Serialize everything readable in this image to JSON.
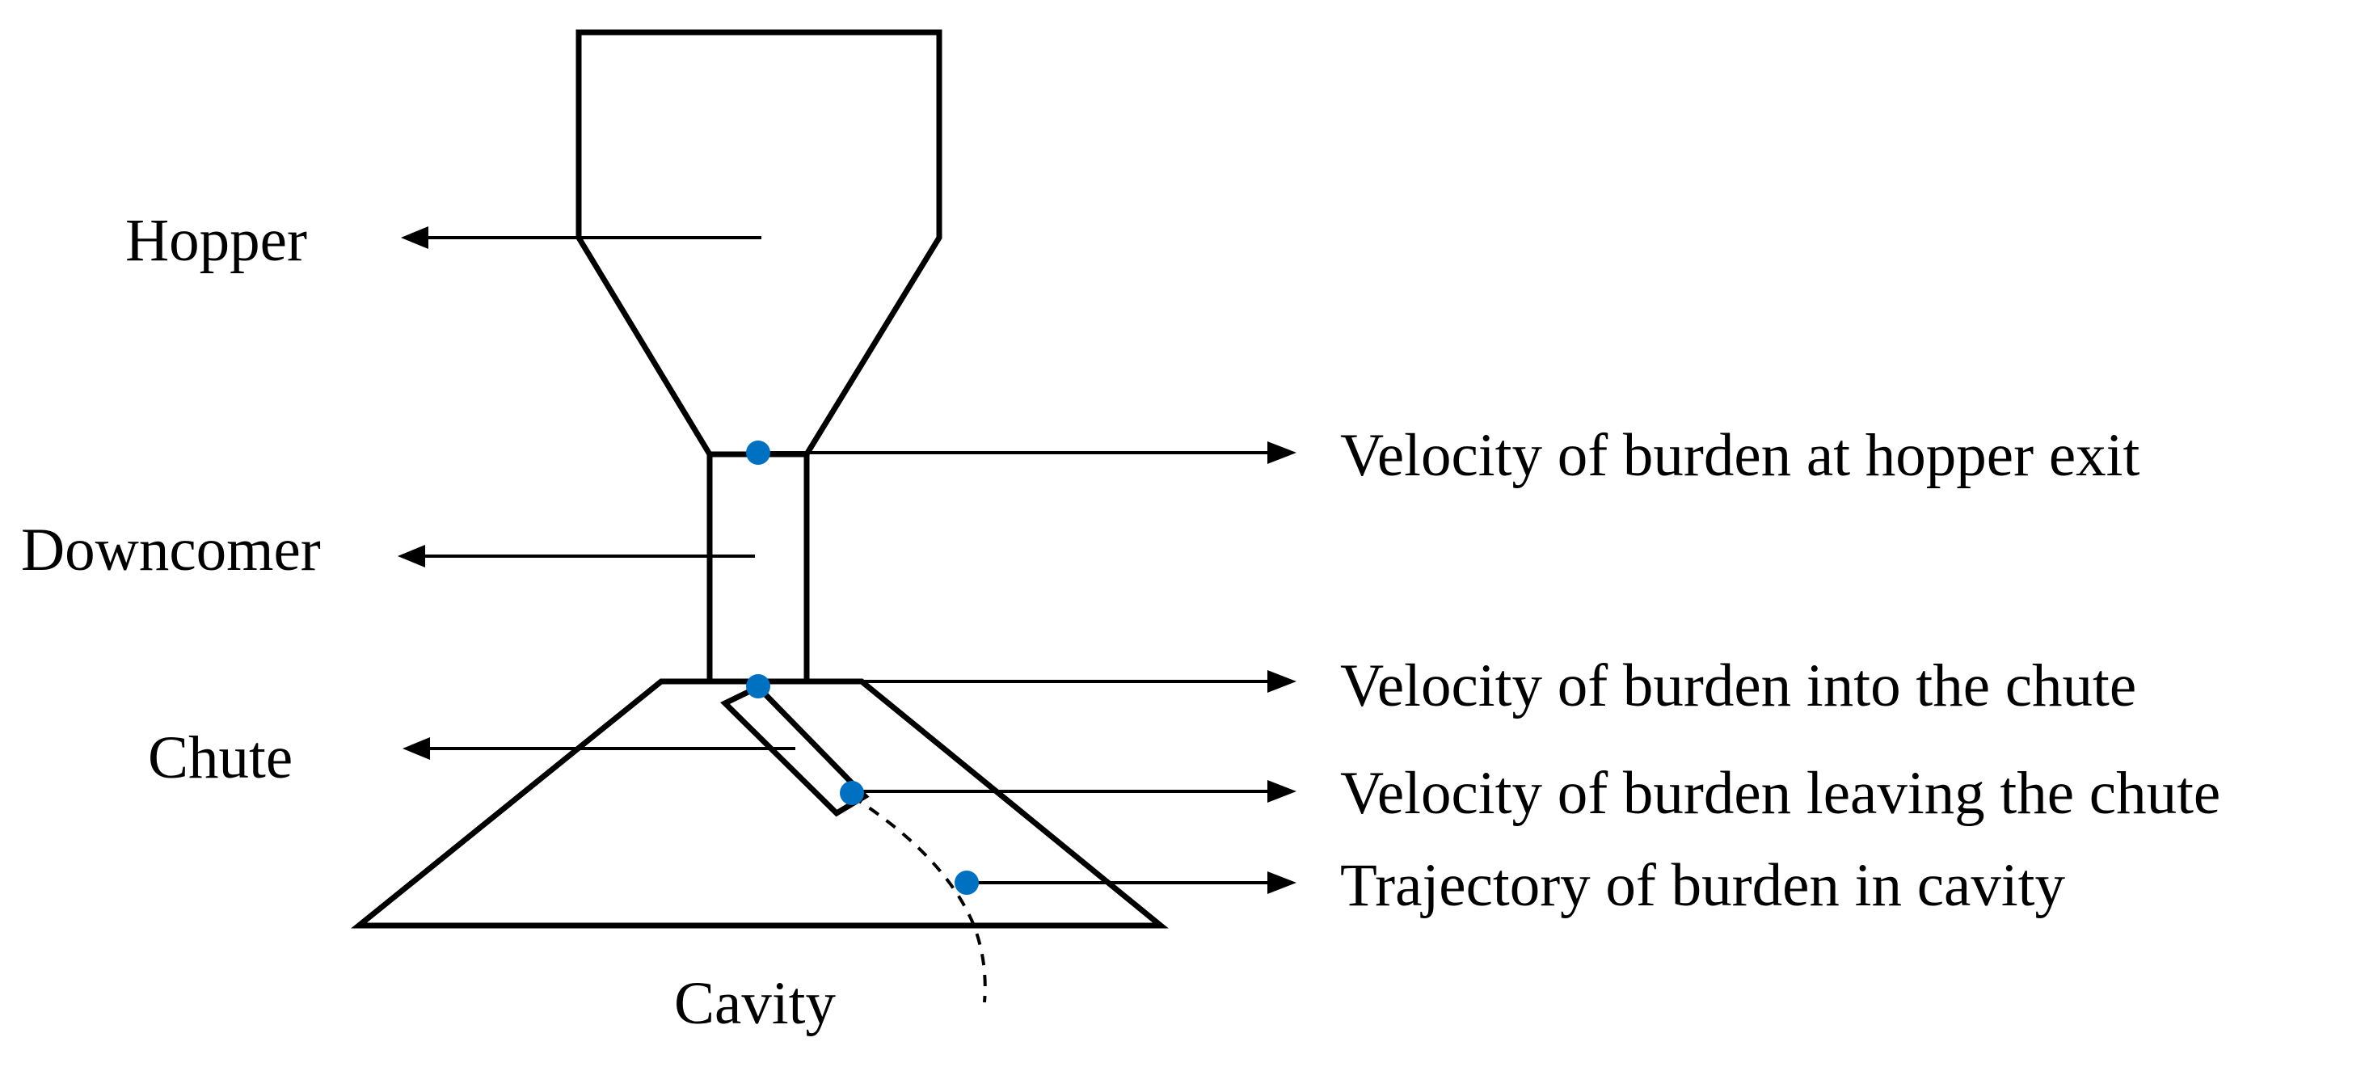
{
  "labels": {
    "hopper": "Hopper",
    "downcomer": "Downcomer",
    "chute": "Chute",
    "cavity": "Cavity",
    "hopper_exit": "Velocity of burden at hopper exit",
    "into_chute": "Velocity of burden into the chute",
    "leaving_chute": "Velocity of burden leaving the chute",
    "trajectory": "Trajectory of burden in cavity"
  },
  "colors": {
    "outline": "#000000",
    "point": "#0070C0",
    "background": "#ffffff"
  }
}
